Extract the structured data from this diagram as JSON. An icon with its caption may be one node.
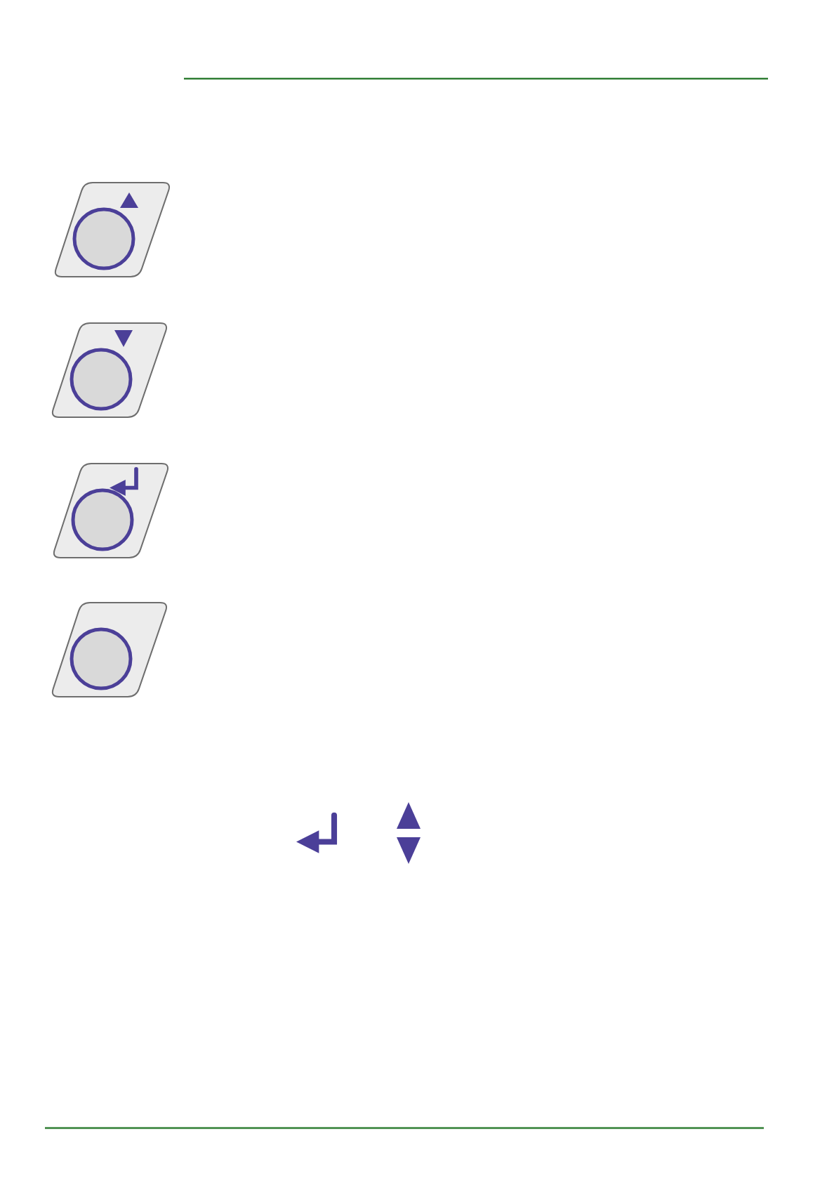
{
  "diagram": {
    "nodes": [
      {
        "text": [],
        "shape": "picture"
      },
      {
        "text": [],
        "shape": "picture"
      },
      {
        "text": [],
        "shape": "picture"
      },
      {
        "text": [],
        "shape": "picture"
      },
      {
        "text": [],
        "shape": "picture"
      },
      {
        "text": [],
        "shape": "picture"
      }
    ]
  }
}
